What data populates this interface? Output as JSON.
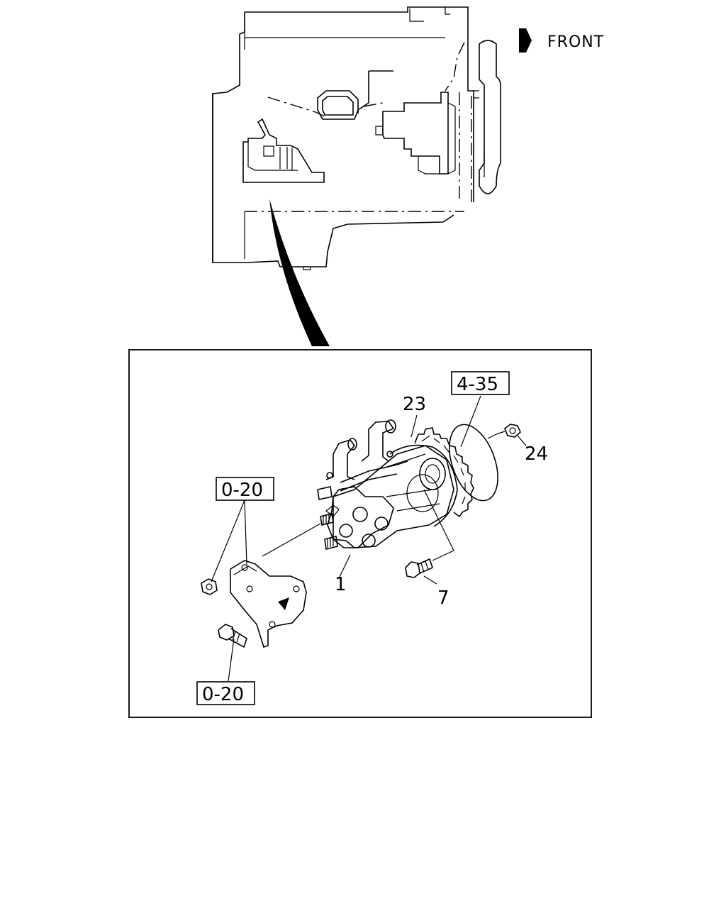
{
  "header": {
    "direction_label": "FRONT",
    "direction_icon": "arrow-right-icon"
  },
  "callouts": {
    "part_1": "1",
    "part_7": "7",
    "part_23": "23",
    "part_24": "24",
    "ref_4_35": "4-35",
    "ref_0_20_top": "0-20",
    "ref_0_20_bottom": "0-20"
  },
  "colors": {
    "line": "#000000",
    "background": "#ffffff"
  }
}
